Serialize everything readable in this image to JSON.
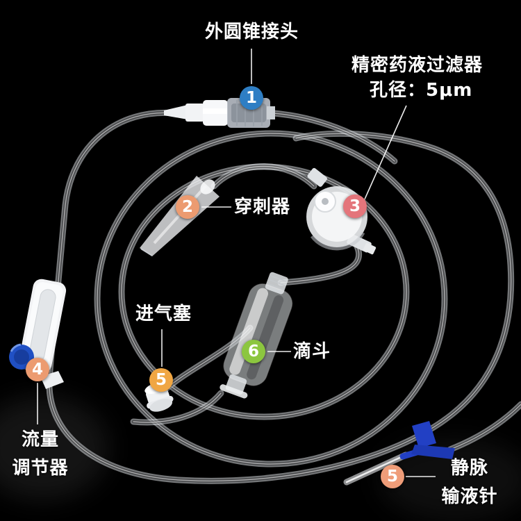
{
  "image": {
    "background_color": "#000000",
    "label_text_color": "#ffffff"
  },
  "callouts": {
    "c1": {
      "number": "1",
      "badge_color": "#2e7ec4",
      "label": "外圆锥接头"
    },
    "c2": {
      "number": "2",
      "badge_color": "#ec9b70",
      "label": "穿刺器"
    },
    "c3": {
      "number": "3",
      "badge_color": "#e4757b",
      "label": "精密药液过滤器",
      "sublabel": "孔径：5μm"
    },
    "c4": {
      "number": "4",
      "badge_color": "#ec9b70",
      "label": "流量",
      "sublabel": "调节器"
    },
    "c5": {
      "number": "5",
      "badge_color": "#f0a643",
      "label": "进气塞"
    },
    "c6": {
      "number": "6",
      "badge_color": "#8cc63f",
      "label": "滴斗"
    },
    "c7": {
      "number": "5",
      "badge_color": "#ef9d79",
      "label": "静脉",
      "sublabel": "输液针"
    }
  }
}
